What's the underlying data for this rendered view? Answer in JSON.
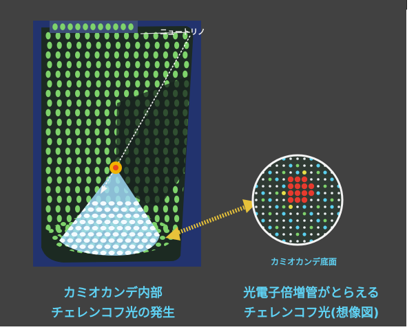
{
  "labels": {
    "neutrino": "ニュートリノ",
    "bottom_face": "カミオカンデ底面",
    "left_caption_line1": "カミオカンデ内部",
    "left_caption_line2": "チェレンコフ光の発生",
    "right_caption_line1": "光電子倍増管がとらえる",
    "right_caption_line2": "チェレンコフ光(想像図)"
  },
  "colors": {
    "background": "#414141",
    "caption_text": "#5fd2f4",
    "tube_green": "#7ed36b",
    "detector_blue": "#22336e",
    "cone_light": "#a8dcf6",
    "event_point": "#f2b200",
    "arrow_yellow": "#e7c23a",
    "hit_red": "#e63a2e",
    "hit_cyan": "#5ad0ef"
  }
}
